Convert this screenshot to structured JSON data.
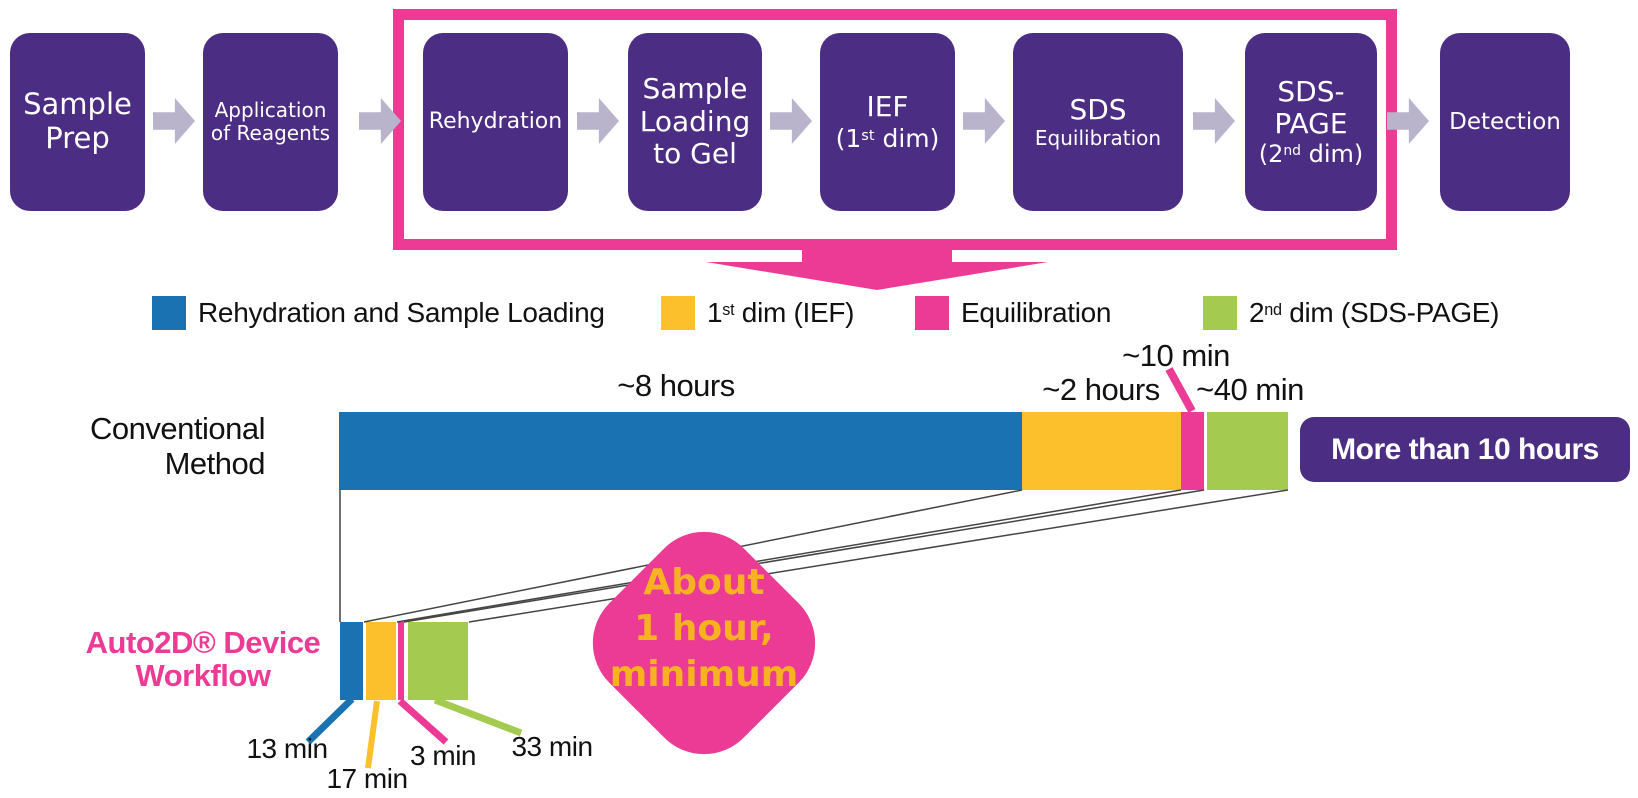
{
  "colors": {
    "purple": "#4b2d83",
    "pink": "#ec3b94",
    "blue": "#1b72b2",
    "yellow": "#fbc02b",
    "green": "#a4cb4f",
    "arrow_gray": "#b9b3cb"
  },
  "flow": {
    "steps": [
      {
        "l1": "Sample",
        "l2": "Prep"
      },
      {
        "l1": "Application",
        "l2": "of Reagents"
      },
      {
        "l1": "Rehydration"
      },
      {
        "l1": "Sample",
        "l2": "Loading",
        "l3": "to Gel"
      },
      {
        "l1": "IEF",
        "l2a": "(1",
        "l2sup": "st",
        "l2b": " dim)"
      },
      {
        "l1": "SDS",
        "l2": "Equilibration"
      },
      {
        "l1": "SDS-",
        "l2": "PAGE",
        "l3a": "(2",
        "l3sup": "nd",
        "l3b": " dim)"
      },
      {
        "l1": "Detection"
      }
    ]
  },
  "legend": {
    "items": [
      {
        "pre": "Rehydration and Sample Loading"
      },
      {
        "pre": "1",
        "sup": "st",
        "post": " dim (IEF)"
      },
      {
        "pre": "Equilibration"
      },
      {
        "pre": "2",
        "sup": "nd",
        "post": " dim (SDS-PAGE)"
      }
    ]
  },
  "comparison": {
    "conventional": {
      "label1": "Conventional",
      "label2": "Method",
      "time_blue": "~8 hours",
      "time_yellow": "~2 hours",
      "time_pink": "~10 min",
      "time_green": "~40 min",
      "total": "More than 10 hours"
    },
    "auto2d": {
      "label1": "Auto2D® Device",
      "label2": "Workflow",
      "time_blue": "13 min",
      "time_yellow": "17 min",
      "time_pink": "3 min",
      "time_green": "33 min",
      "callout1": "About",
      "callout2": "1 hour,",
      "callout3": "minimum"
    }
  },
  "chart_data": {
    "type": "bar",
    "orientation": "horizontal-stacked",
    "categories": [
      "Conventional Method",
      "Auto2D® Device Workflow"
    ],
    "series": [
      {
        "name": "Rehydration and Sample Loading",
        "color": "#1b72b2",
        "values_min": [
          480,
          13
        ],
        "labels": [
          "~8 hours",
          "13 min"
        ]
      },
      {
        "name": "1st dim (IEF)",
        "color": "#fbc02b",
        "values_min": [
          120,
          17
        ],
        "labels": [
          "~2 hours",
          "17 min"
        ]
      },
      {
        "name": "Equilibration",
        "color": "#ec3b94",
        "values_min": [
          10,
          3
        ],
        "labels": [
          "~10 min",
          "3 min"
        ]
      },
      {
        "name": "2nd dim (SDS-PAGE)",
        "color": "#a4cb4f",
        "values_min": [
          40,
          33
        ],
        "labels": [
          "~40 min",
          "33 min"
        ]
      }
    ],
    "totals": [
      "More than 10 hours",
      "About 1 hour, minimum"
    ],
    "legend_position": "top",
    "grid": false
  }
}
